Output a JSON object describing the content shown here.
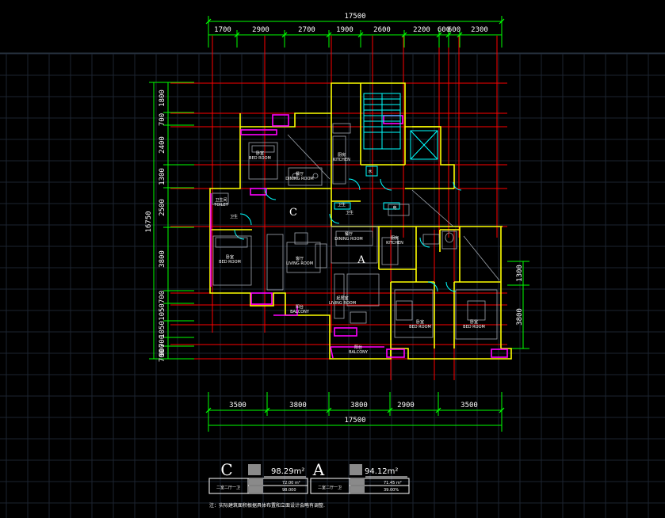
{
  "colors": {
    "background": "#000000",
    "grid": "#1c2430",
    "dimension_line": "#00ff00",
    "axis_line": "#ff0000",
    "wall": "#ffff00",
    "window": "#ff00ff",
    "door": "#00ffff",
    "furniture": "#9aa0a8",
    "text": "#ffffff"
  },
  "dimensions": {
    "top_total": "17500",
    "top_segments": [
      "1700",
      "2900",
      "2700",
      "1900",
      "2600",
      "2200",
      "600",
      "600",
      "2300"
    ],
    "left_total": "16750",
    "left_segments": [
      "1800",
      "700",
      "2400",
      "1300",
      "2500",
      "3800",
      "700",
      "1050",
      "1050",
      "700",
      "900",
      "700"
    ],
    "right_segments": [
      "1300",
      "3800"
    ],
    "bottom_segments": [
      "3500",
      "3800",
      "3800",
      "2900",
      "3500"
    ],
    "bottom_total": "17500"
  },
  "plan": {
    "unit_c_letter": "C",
    "unit_a_letter": "A",
    "rooms": [
      {
        "name": "卧室",
        "en": "BED ROOM"
      },
      {
        "name": "厨房",
        "en": "KITCHEN"
      },
      {
        "name": "餐厅",
        "en": "DINING ROOM"
      },
      {
        "name": "卫生间",
        "en": "TOILET"
      },
      {
        "name": "卫生",
        "en": ""
      },
      {
        "name": "卧室",
        "en": "BED ROOM"
      },
      {
        "name": "客厅",
        "en": "LIVING ROOM"
      },
      {
        "name": "阳台",
        "en": "BALCONY"
      },
      {
        "name": "餐厅",
        "en": "DINING ROOM"
      },
      {
        "name": "厨房",
        "en": "KITCHEN"
      },
      {
        "name": "起居室",
        "en": "LIVING ROOM"
      },
      {
        "name": "卧室",
        "en": "BED ROOM"
      },
      {
        "name": "卧室",
        "en": "BED ROOM"
      },
      {
        "name": "阳台",
        "en": "BALCONY"
      },
      {
        "name": "水",
        "en": ""
      },
      {
        "name": "电",
        "en": ""
      },
      {
        "name": "卫生",
        "en": ""
      },
      {
        "name": "卫生",
        "en": ""
      }
    ]
  },
  "legend": {
    "unit_c": {
      "letter": "C",
      "area": "98.29m²",
      "type": "二室二厅一卫",
      "row1": "72.00 m²",
      "row2": "98.000"
    },
    "unit_a": {
      "letter": "A",
      "area": "94.12m²",
      "type": "二室二厅一卫",
      "row1": "71.45 m²",
      "row2": "39.00%"
    },
    "note": "注：实际建筑面积根据具体布置和立面设计会略有调整."
  }
}
